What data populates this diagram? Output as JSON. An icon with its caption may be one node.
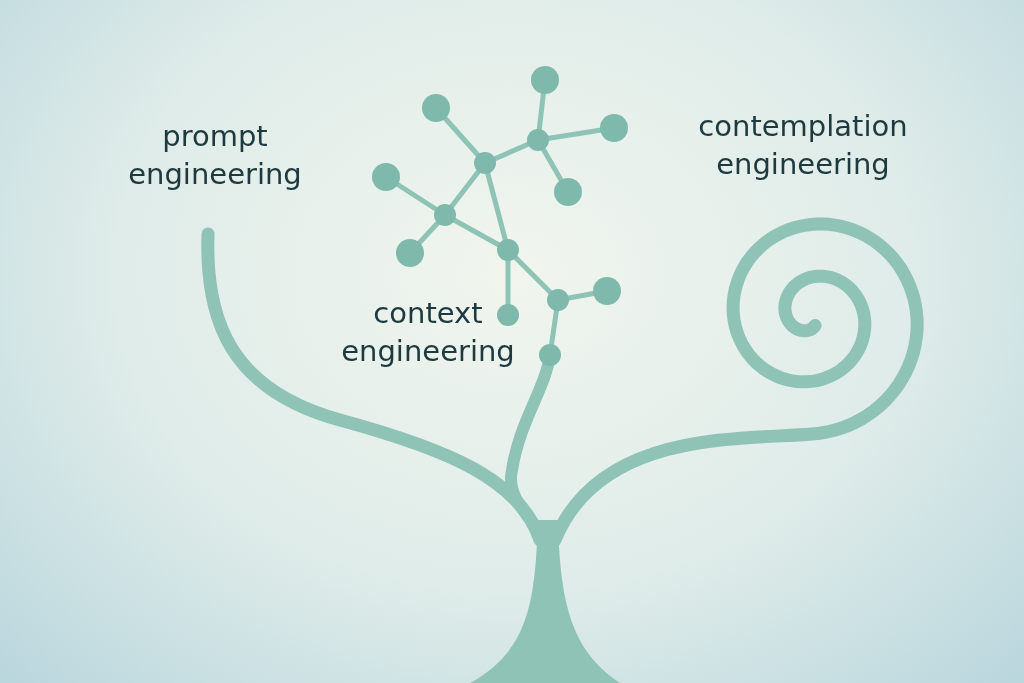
{
  "diagram": {
    "labels": [
      "prompt engineering",
      "context engineering",
      "contemplation engineering"
    ]
  }
}
